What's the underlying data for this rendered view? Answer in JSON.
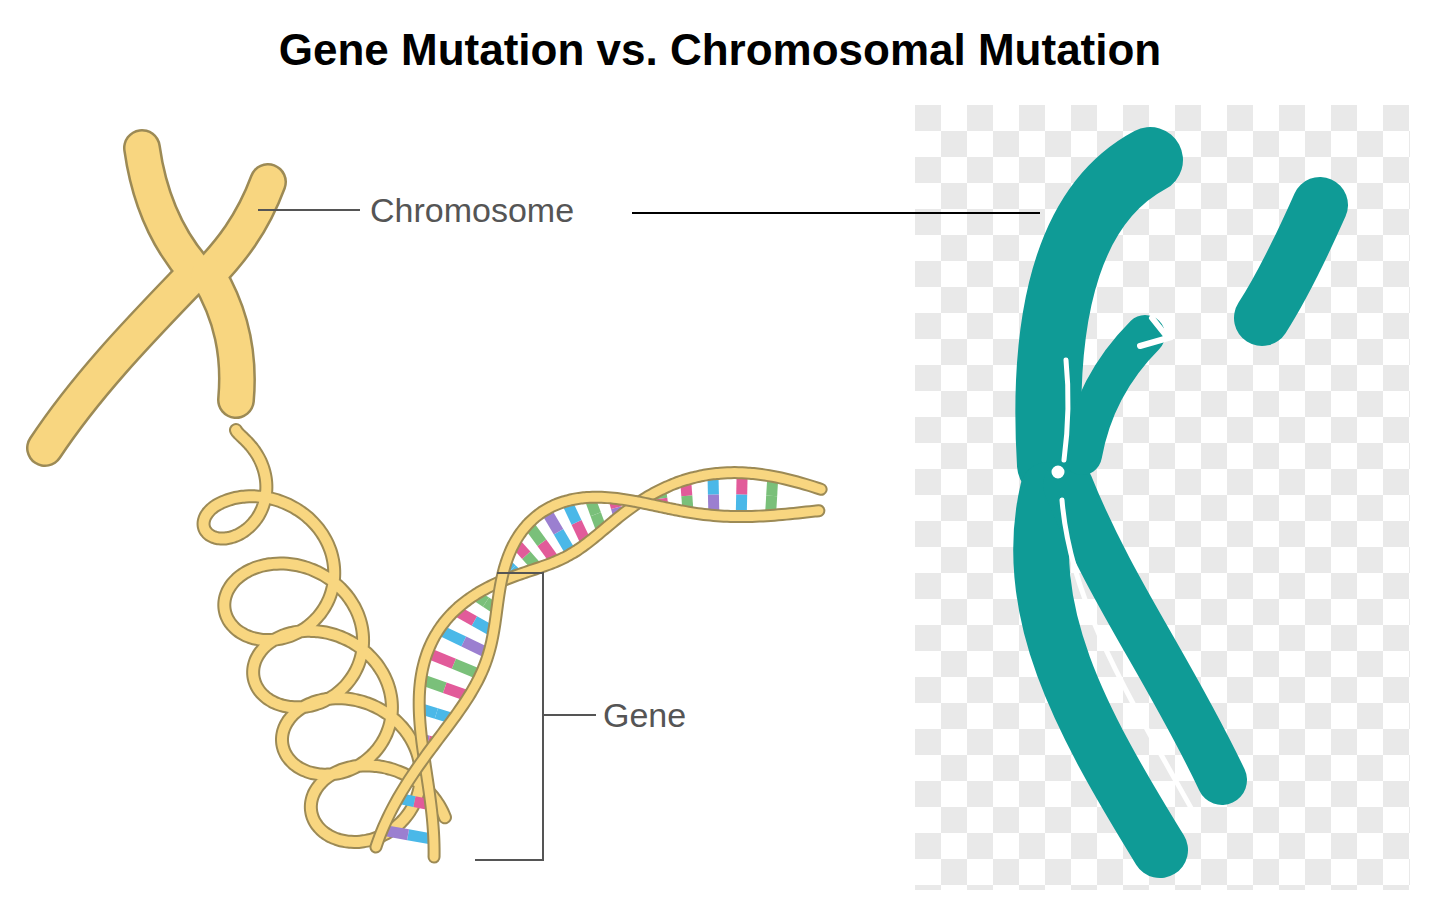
{
  "diagram": {
    "title": "Gene Mutation vs. Chromosomal Mutation",
    "labels": [
      "Chromosome",
      "Gene"
    ]
  }
}
